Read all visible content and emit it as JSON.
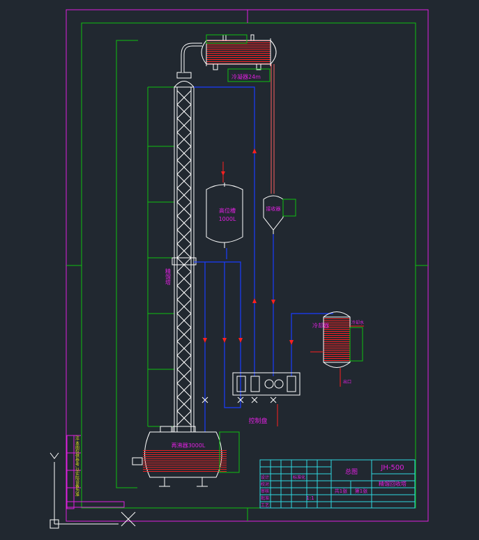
{
  "colors": {
    "background": "#212830",
    "magenta": "#e020e0",
    "green": "#10c010",
    "white": "#ffffff",
    "red": "#ff2020",
    "blue": "#1a3cff",
    "cyan": "#30d8e0"
  },
  "labels": {
    "condenser": "冷凝器24m",
    "high_tank": "高位槽",
    "high_tank_volume": "1000L",
    "receiver": "接收器",
    "column": "精馏塔",
    "reboiler": "再沸器3000L",
    "control_panel": "控制盘",
    "cooler": "冷却器",
    "cooling_water": "冷却水",
    "outlet": "出口"
  },
  "title_block": {
    "drawing_no": "JH-500",
    "title": "总图",
    "subtitle": "精馏回收塔",
    "sheet_total": "共1张",
    "sheet_no": "第1张",
    "scale": "1:1",
    "row_design": "设计",
    "row_check": "校对",
    "row_review": "审核",
    "row_approve": "批准",
    "row_craft": "工艺",
    "row_std": "标准化"
  },
  "side_note": "注:本图仅供参考,以实际设备为准"
}
